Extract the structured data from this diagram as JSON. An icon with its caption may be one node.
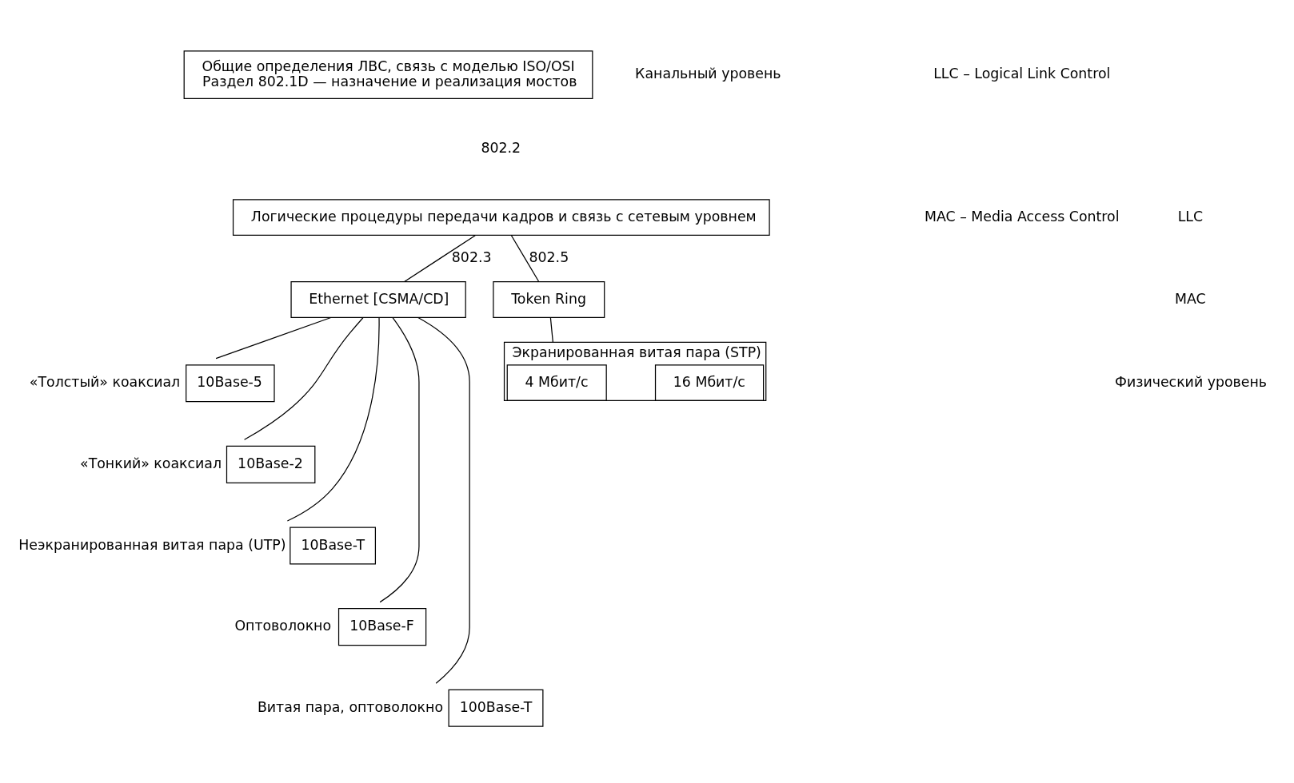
{
  "diagram": {
    "nodes": [
      {
        "text": [
          "Общие определения ЛВС, связь с моделью ISO/OSI",
          "Раздел 802.1D — назначение и реализация мостов"
        ]
      },
      {
        "text": [
          "Логические процедуры передачи кадров и связь с сетевым уровнем"
        ]
      },
      {
        "text": [
          "Ethernet [CSMA/CD]"
        ]
      },
      {
        "text": [
          "Token Ring"
        ]
      },
      {
        "text": [
          "10Base-5"
        ],
        "beside": [
          "«Толстый» коаксиал"
        ]
      },
      {
        "text": [
          "10Base-2"
        ],
        "beside": [
          "«Тонкий» коаксиал"
        ]
      },
      {
        "text": [
          "10Base-T"
        ],
        "beside": [
          "Неэкранированная витая пара (UTP)"
        ]
      },
      {
        "text": [
          "10Base-F"
        ],
        "beside": [
          "Оптоволокно"
        ]
      },
      {
        "text": [
          "100Base-T"
        ],
        "beside": [
          "Витая пара, оптоволокно"
        ]
      },
      {
        "text": [
          "Экранированная витая пара (STP)"
        ]
      },
      {
        "text": [
          "4 Мбит/с"
        ],
        "in": 9
      },
      {
        "text": [
          "16 Мбит/с"
        ],
        "in": 9
      }
    ],
    "edges": [
      {
        "from": 1,
        "to": 2,
        "arrow": "none",
        "label": "802.3"
      },
      {
        "from": 1,
        "to": 3,
        "arrow": "none",
        "label": "802.5"
      },
      {
        "from": 2,
        "to": 4,
        "arrow": "none"
      },
      {
        "from": 2,
        "to": 5,
        "arrow": "none"
      },
      {
        "from": 2,
        "to": 6,
        "arrow": "none"
      },
      {
        "from": 2,
        "to": 7,
        "arrow": "none"
      },
      {
        "from": 2,
        "to": 8,
        "arrow": "none"
      },
      {
        "from": 3,
        "to": 9,
        "arrow": "none"
      }
    ],
    "labels": [
      "Канальный уровень",
      "802.2",
      "LLC – Logical Link Control",
      "MAC – Media Access Control",
      "LLC",
      "MAC",
      "Физический уровень"
    ]
  }
}
